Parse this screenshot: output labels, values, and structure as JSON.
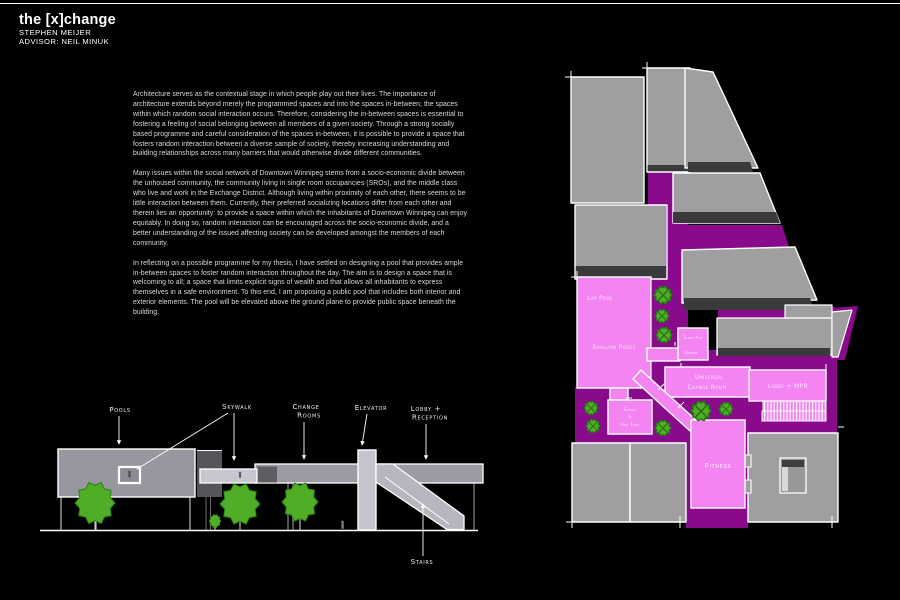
{
  "header": {
    "title": "the [x]change",
    "author": "STEPHEN MEIJER",
    "advisor": "ADVISOR: NEIL MINUK"
  },
  "essay": {
    "paragraphs": [
      "Architecture serves as the contextual stage in which people play out their lives. The importance of architecture extends beyond merely the programmed spaces and into the spaces in-between; the spaces within which random social interaction occurs. Therefore, considering the in-between spaces is essential to fostering a feeling of social belonging between all members of a given society. Through a strong socially based programme and careful consideration of the spaces in-between, it is possible to provide a space that fosters random interaction between a diverse sample of society, thereby increasing understanding and building relationships across many barriers that would otherwise divide different communities.",
      "Many issues within the social network of Downtown Winnipeg stems from a socio-economic divide between the unhoused community, the community living in single room occupancies (SROs), and the middle class who live and work in the Exchange District. Although living within proximity of each other, there seems to be little interaction between them. Currently, their preferred socializing locations differ from each other and therein lies an opportunity: to provide a space within which the inhabitants of Downtown Winnipeg can enjoy equitably. In doing so, random interaction can be encouraged across the socio-economic divide, and a better understanding of the issued affecting society can be developed amongst the members of each community.",
      "In reflecting on a possible programme for my thesis, I have settled on designing a pool that provides ample in-between spaces to foster random interaction throughout the day. The aim is to design a space that is welcoming to all; a space that limits explicit signs of wealth and that allows all inhabitants to express themselves in a safe environment. To this end, I am proposing a public pool that includes both interior and exterior elements. The pool will be elevated above the ground plane to provide public space beneath the building."
    ]
  },
  "elevation": {
    "labels": {
      "pools": "Pools",
      "skywalk": "Skywalk",
      "change_1": "Change",
      "change_2": "Rooms",
      "elevator": "Elevator",
      "lobby_1": "Lobby +",
      "lobby_2": "Reception",
      "stairs": "Stairs"
    }
  },
  "plan": {
    "rooms": {
      "lap_pool": "Lap Pool",
      "shallow_pools": "Shallow Pools",
      "first_aid": "First Aid",
      "office": "Office",
      "universal_1": "Universal",
      "universal_2": "Change Room",
      "lobby_mpr": "Lobby + MPR",
      "sauna_1": "Sauna",
      "sauna_2": "&",
      "sauna_3": "Hot Tubs",
      "fitness": "Fitness"
    }
  },
  "colors": {
    "background": "#000000",
    "deck_purple": "#8a0a8c",
    "room_pink": "#f384f1",
    "building_gray": "#9f9fa1",
    "shadow_gray": "#3a3a3c",
    "tree_green": "#4fae26",
    "line_white": "#ffffff"
  }
}
